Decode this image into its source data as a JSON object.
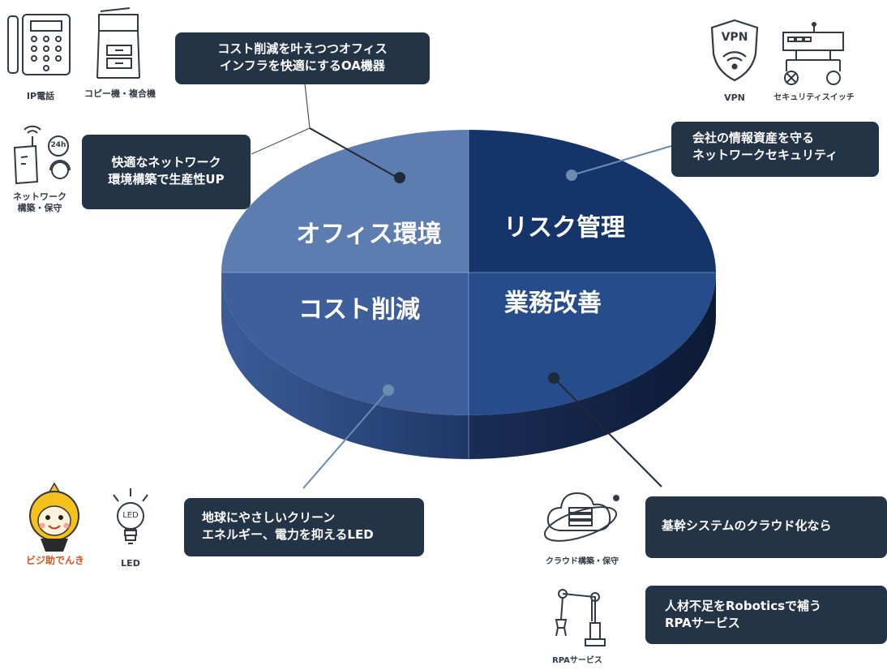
{
  "diagram": {
    "quadrants": [
      {
        "id": "office",
        "label": "オフィス環境",
        "color": "#5d7cb0"
      },
      {
        "id": "risk",
        "label": "リスク管理",
        "color": "#15346a"
      },
      {
        "id": "cost",
        "label": "コスト削減",
        "color": "#3f5f9b"
      },
      {
        "id": "business",
        "label": "業務改善",
        "color": "#274c8c"
      }
    ],
    "callouts": {
      "oa": "コスト削減を叶えつつオフィス\nインフラを快適にするOA機器",
      "network": "快適なネットワーク\n環境構築で生産性UP",
      "security": "会社の情報資産を守る\nネットワークセキュリティ",
      "led": "地球にやさしいクリーン\nエネルギー、電力を抑えるLED",
      "cloud": "基幹システムのクラウド化なら",
      "rpa": "人材不足をRoboticsで補う\nRPAサービス"
    },
    "icon_labels": {
      "ip_phone": "IP電話",
      "copier": "コピー機・複合機",
      "network": "ネットワーク\n構築・保守",
      "network_badge": "24h",
      "vpn": "VPN",
      "vpn_shield_text": "VPN",
      "switch": "セキュリティスイッチ",
      "mascot": "ビジ助でんき",
      "led": "LED",
      "led_bulb_text": "LED",
      "cloud": "クラウド構築・保守",
      "rpa": "RPAサービス"
    },
    "icons": {
      "ip_phone": "ip-phone-icon",
      "copier": "copier-icon",
      "network": "network-router-icon",
      "vpn": "vpn-shield-icon",
      "switch": "network-switch-icon",
      "mascot": "mascot-character",
      "led": "led-bulb-icon",
      "cloud": "cloud-server-icon",
      "rpa": "robot-arm-icon"
    },
    "colors": {
      "callout_bg": "#243447",
      "side_dark": "#0f1e3d",
      "connector": "#6b8bb0",
      "icon_stroke": "#333a44"
    }
  }
}
